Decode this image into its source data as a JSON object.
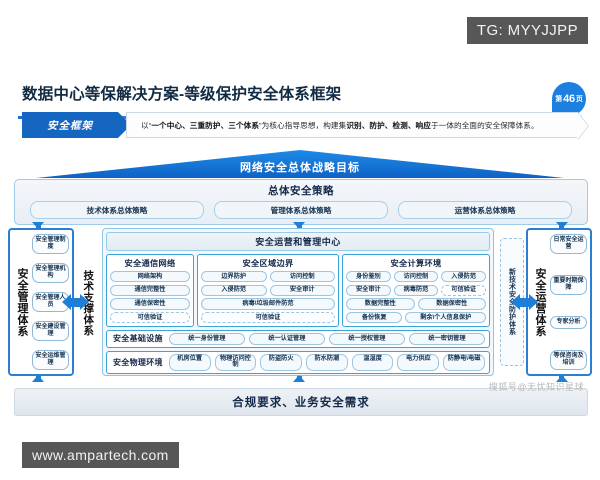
{
  "watermarks": {
    "telegram": "TG: MYYJJPP",
    "website": "www.ampartech.com",
    "source": "搜狐号@无忧知识星球"
  },
  "header": {
    "title": "数据中心等保解决方案-等级保护安全体系框架",
    "page_badge_prefix": "第",
    "page_number": "46",
    "page_badge_suffix": "页"
  },
  "banner": {
    "tag": "安全框架",
    "text_before": "以“",
    "text_bold1": "一个中心、三重防护、三个体系",
    "text_middle": "”为核心指导思想，构建集",
    "text_bold2": "识别、防护、检测、响应",
    "text_after": "于一体的全面的安全保障体系。"
  },
  "goal": {
    "label": "网络安全总体战略目标"
  },
  "policy": {
    "title": "总体安全策略",
    "items": [
      "技术体系总体策略",
      "管理体系总体策略",
      "运营体系总体策略"
    ]
  },
  "left_column": {
    "label": "安全管理体系",
    "items": [
      "安全管理制度",
      "安全管理机构",
      "安全管理人员",
      "安全建设管理",
      "安全运维管理"
    ]
  },
  "right_column": {
    "label": "安全运营体系",
    "items": [
      "日常安全运营",
      "重要时期保障",
      "专家分析",
      "等保咨询及培训"
    ]
  },
  "tech_label": "技术支撑体系",
  "new_tech_label": "新技术安全防护体系",
  "center": {
    "soc_title": "安全运营和管理中心",
    "zones": [
      {
        "title": "安全通信网络",
        "rows": [
          {
            "type": "single",
            "items": [
              "网络架构"
            ]
          },
          {
            "type": "single",
            "items": [
              "通信完整性"
            ]
          },
          {
            "type": "single",
            "items": [
              "通信保密性"
            ]
          },
          {
            "type": "dashed",
            "items": [
              "可信验证"
            ]
          }
        ]
      },
      {
        "title": "安全区域边界",
        "rows": [
          {
            "type": "pair",
            "items": [
              "边界防护",
              "访问控制"
            ]
          },
          {
            "type": "pair",
            "items": [
              "入侵防范",
              "安全审计"
            ]
          },
          {
            "type": "single",
            "items": [
              "病毒\\垃圾邮件防范"
            ]
          },
          {
            "type": "dashed",
            "items": [
              "可信验证"
            ]
          }
        ]
      },
      {
        "title": "安全计算环境",
        "rows": [
          {
            "type": "triple",
            "items": [
              "身份鉴别",
              "访问控制",
              "入侵防范"
            ]
          },
          {
            "type": "triple_dash_last",
            "items": [
              "安全审计",
              "病毒防范",
              "可信验证"
            ]
          },
          {
            "type": "pair",
            "items": [
              "数据完整性",
              "数据保密性"
            ]
          },
          {
            "type": "pair_uneven",
            "items": [
              "备份恢复",
              "剩余\\个人信息保护"
            ]
          }
        ]
      }
    ],
    "infra": {
      "title": "安全基础设施",
      "items": [
        "统一身份管理",
        "统一认证管理",
        "统一授权管理",
        "统一密钥管理"
      ]
    },
    "physical": {
      "title": "安全物理环境",
      "items": [
        "机房位置",
        "物理访问控制",
        "防盗防火",
        "防水防潮",
        "温湿度",
        "电力供应",
        "防静电\\电磁"
      ]
    }
  },
  "bottom": {
    "label": "合规要求、业务安全需求"
  },
  "colors": {
    "accent_blue": "#1f7fd8",
    "deep_blue": "#1566c0",
    "panel_border": "#3ba3d8",
    "watermark_bg": "#575757"
  }
}
